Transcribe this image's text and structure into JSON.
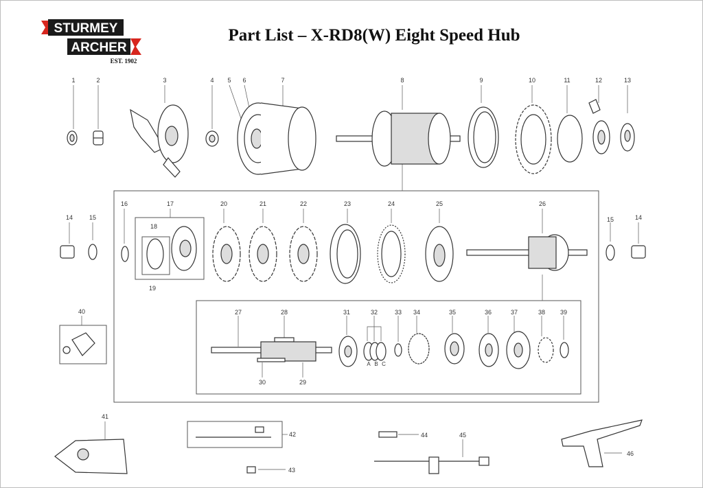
{
  "brand": {
    "line1": "STURMEY",
    "line2": "ARCHER",
    "established": "EST. 1902",
    "accent": "#d7261e",
    "dark": "#1a1a1a"
  },
  "title": "Part List – X-RD8(W) Eight Speed Hub",
  "callouts": [
    "1",
    "2",
    "3",
    "4",
    "5",
    "6",
    "7",
    "8",
    "9",
    "10",
    "11",
    "12",
    "13",
    "14",
    "15",
    "16",
    "17",
    "18",
    "19",
    "20",
    "21",
    "22",
    "23",
    "24",
    "25",
    "26",
    "14",
    "15",
    "27",
    "28",
    "29",
    "30",
    "31",
    "32",
    "33",
    "34",
    "35",
    "36",
    "37",
    "38",
    "39",
    "40",
    "41",
    "42",
    "43",
    "44",
    "45",
    "46"
  ],
  "sub_labels": [
    "A",
    "B",
    "C"
  ]
}
